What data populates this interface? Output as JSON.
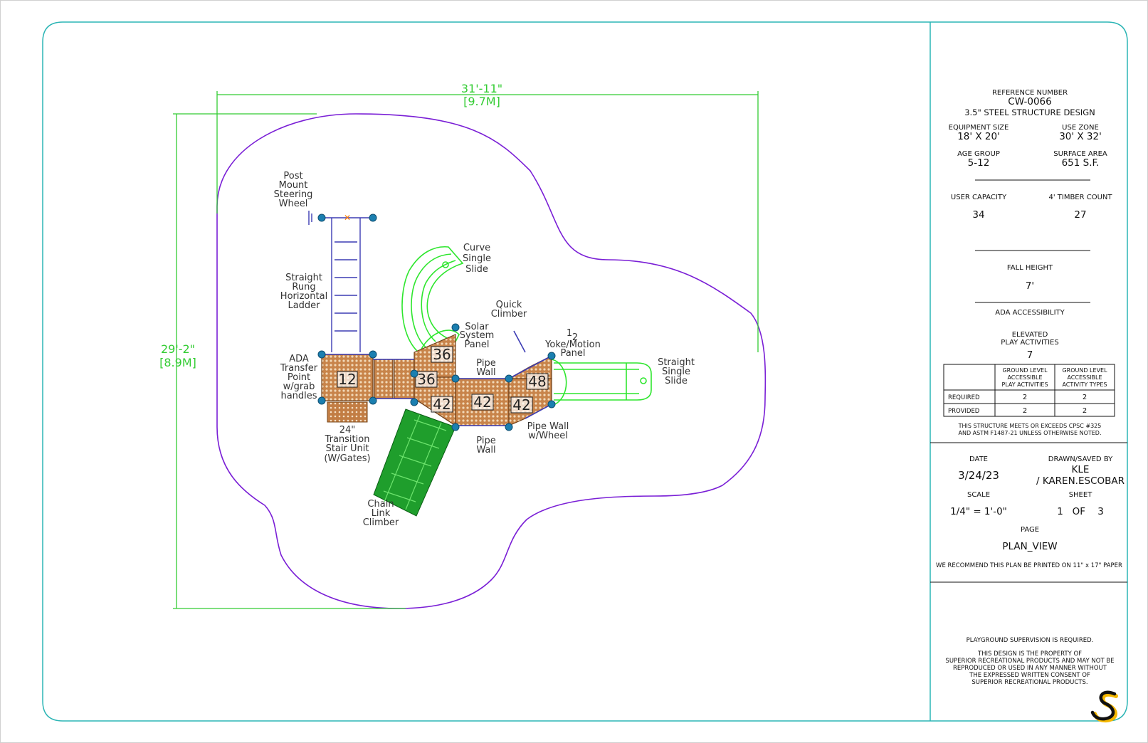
{
  "colors": {
    "frame": "#2cb5b5",
    "use_zone": "#7a1fd6",
    "dimension": "#33cc33",
    "deck": "#c8844a",
    "slide": "#2ee62e",
    "climber": "#1f9e2c",
    "ladder": "#3c3cb4",
    "post": "#1b7fb0"
  },
  "dimensions": {
    "width_ft": "31'-11\"",
    "width_m": "[9.7M]",
    "height_ft": "29'-2\"",
    "height_m": "[8.9M]"
  },
  "components": {
    "post_mount": [
      "Post",
      "Mount",
      "Steering",
      "Wheel"
    ],
    "ladder": [
      "Straight",
      "Rung",
      "Horizontal",
      "Ladder"
    ],
    "curve_slide": [
      "Curve",
      "Single",
      "Slide"
    ],
    "quick_climber": [
      "Quick",
      "Climber"
    ],
    "solar_panel": [
      "Solar",
      "System",
      "Panel"
    ],
    "yoke_fraction_num": "1",
    "yoke_fraction_den": "2",
    "yoke_panel": [
      "Yoke/Motion",
      "Panel"
    ],
    "straight_slide": [
      "Straight",
      "Single",
      "Slide"
    ],
    "ada_transfer": [
      "ADA",
      "Transfer",
      "Point",
      "w/grab",
      "handles"
    ],
    "pipe_wall_top": [
      "Pipe",
      "Wall"
    ],
    "transition_stair": [
      "24\"",
      "Transition",
      "Stair Unit"
    ],
    "stair_note": "(W/Gates)",
    "pipe_wall_bottom": [
      "Pipe",
      "Wall"
    ],
    "pipe_wall_wheel": [
      "Pipe Wall",
      "w/Wheel"
    ],
    "chain_climber": [
      "Chain",
      "Link",
      "Climber"
    ]
  },
  "deck_heights": {
    "transfer": "12",
    "top_tri": "36",
    "left_sq": "36",
    "left_low": "42",
    "center": "42",
    "right_low": "42",
    "right_top": "48"
  },
  "title_block": {
    "ref_label": "REFERENCE NUMBER",
    "ref_value": "CW-0066",
    "design": "3.5\" STEEL STRUCTURE DESIGN",
    "equip_size_label": "EQUIPMENT SIZE",
    "equip_size_value": "18' X 20'",
    "use_zone_label": "USE ZONE",
    "use_zone_value": "30' X 32'",
    "age_label": "AGE GROUP",
    "age_value": "5-12",
    "surface_label": "SURFACE AREA",
    "surface_value": "651 S.F.",
    "capacity_label": "USER CAPACITY",
    "capacity_value": "34",
    "timber_label": "4' TIMBER COUNT",
    "timber_value": "27",
    "fall_label": "FALL HEIGHT",
    "fall_value": "7'",
    "ada_label": "ADA ACCESSIBILITY",
    "elevated_label": [
      "ELEVATED",
      "PLAY ACTIVITIES"
    ],
    "elevated_value": "7",
    "table_head_1": [
      "GROUND LEVEL",
      "ACCESSIBLE",
      "PLAY ACTIVITIES"
    ],
    "table_head_2": [
      "GROUND LEVEL",
      "ACCESSIBLE",
      "ACTIVITY TYPES"
    ],
    "table_rows": [
      {
        "label": "REQUIRED",
        "v1": "2",
        "v2": "2"
      },
      {
        "label": "PROVIDED",
        "v1": "2",
        "v2": "2"
      }
    ],
    "compliance": [
      "THIS STRUCTURE MEETS OR EXCEEDS CPSC #325",
      "AND ASTM F1487-21 UNLESS OTHERWISE NOTED."
    ],
    "date_label": "DATE",
    "date_value": "3/24/23",
    "drawn_label": "DRAWN/SAVED BY",
    "drawn_value_1": "KLE",
    "drawn_value_2": "/ KAREN.ESCOBAR",
    "scale_label": "SCALE",
    "scale_value": "1/4\" = 1'-0\"",
    "sheet_label": "SHEET",
    "sheet_value": "1   OF    3",
    "page_label": "PAGE",
    "page_value": "PLAN_VIEW",
    "print_note": "WE RECOMMEND THIS PLAN BE PRINTED ON 11\" x 17\" PAPER",
    "supervision": "PLAYGROUND SUPERVISION IS REQUIRED.",
    "property_notice": [
      "THIS DESIGN IS THE PROPERTY OF",
      "SUPERIOR RECREATIONAL PRODUCTS AND MAY NOT BE",
      "REPRODUCED OR USED IN ANY MANNER WITHOUT",
      "THE EXPRESSED WRITTEN CONSENT OF",
      "SUPERIOR RECREATIONAL PRODUCTS."
    ]
  },
  "logo": {
    "alt": "superior-logo-icon"
  }
}
